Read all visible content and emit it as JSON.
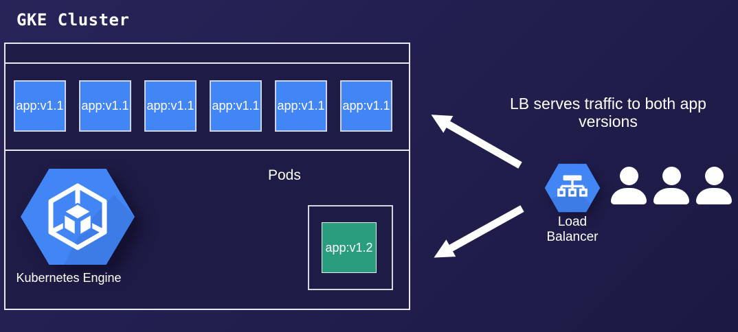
{
  "title": "GKE Cluster",
  "cluster": {
    "v1_pods": [
      "app:v1.1",
      "app:v1.1",
      "app:v1.1",
      "app:v1.1",
      "app:v1.1",
      "app:v1.1"
    ],
    "v2_pod": "app:v1.2",
    "pods_label": "Pods",
    "engine_label": "Kubernetes Engine"
  },
  "annotation": "LB serves traffic to both app versions",
  "load_balancer": {
    "label": "Load Balancer"
  },
  "users_count": 3,
  "icons": {
    "kubernetes_engine": "hexagon-with-cube",
    "load_balancer": "hexagon-with-network-tree",
    "user": "person-silhouette"
  },
  "colors": {
    "background": "#211e4d",
    "cluster_fill": "#1e1b46",
    "border": "#e9e9ef",
    "pod_v1_fill": "#4285f4",
    "pod_v2_fill": "#2a9d7e",
    "hexagon_fill": "#4285f4",
    "text": "#ffffff",
    "arrow": "#ffffff"
  }
}
